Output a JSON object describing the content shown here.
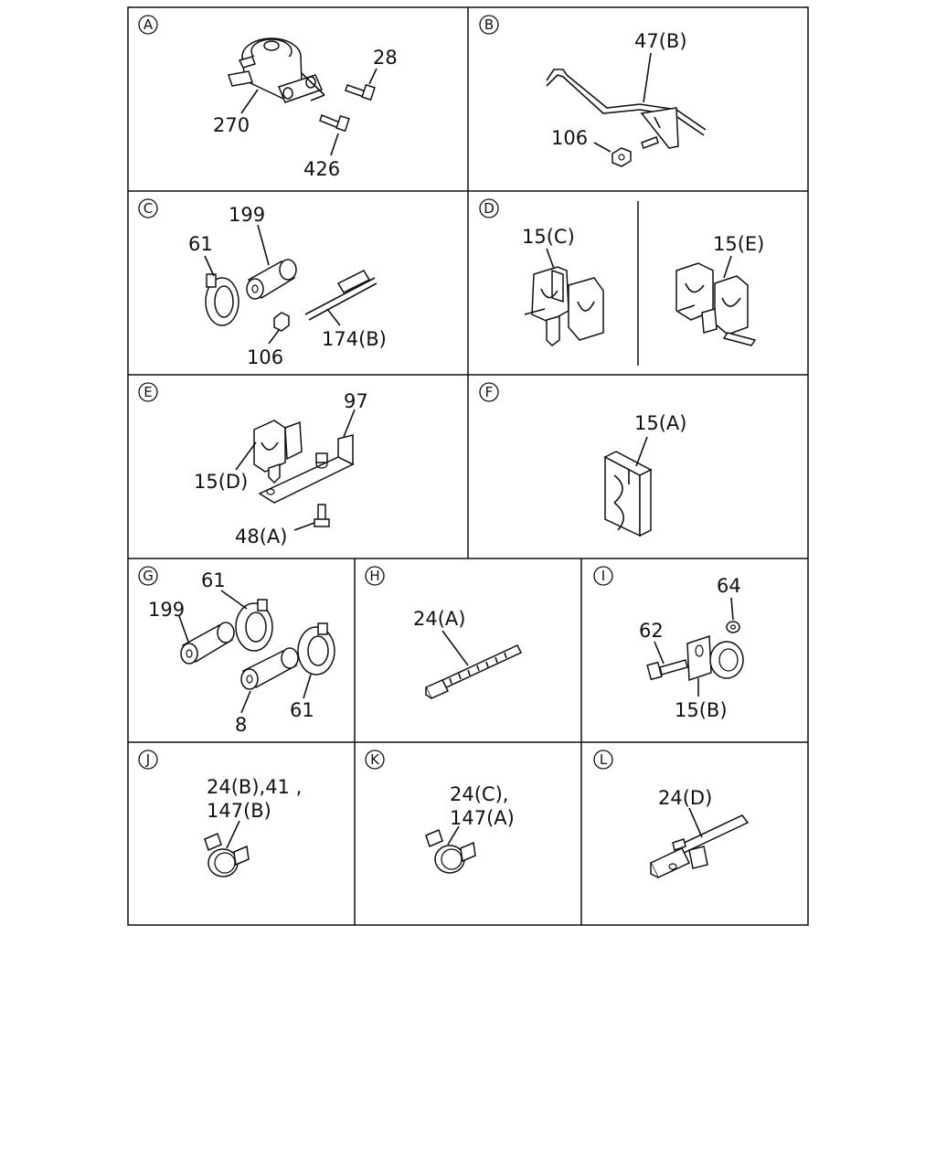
{
  "panels": [
    {
      "id": "A",
      "letter": "A",
      "callouts": [
        "28",
        "270",
        "426"
      ]
    },
    {
      "id": "B",
      "letter": "B",
      "callouts": [
        "47(B)",
        "106"
      ]
    },
    {
      "id": "C",
      "letter": "C",
      "callouts": [
        "199",
        "61",
        "106",
        "174(B)"
      ]
    },
    {
      "id": "D",
      "letter": "D",
      "callouts": [
        "15(C)",
        "15(E)"
      ]
    },
    {
      "id": "E",
      "letter": "E",
      "callouts": [
        "97",
        "15(D)",
        "48(A)"
      ]
    },
    {
      "id": "F",
      "letter": "F",
      "callouts": [
        "15(A)"
      ]
    },
    {
      "id": "G",
      "letter": "G",
      "callouts": [
        "61",
        "199",
        "8",
        "61"
      ]
    },
    {
      "id": "H",
      "letter": "H",
      "callouts": [
        "24(A)"
      ]
    },
    {
      "id": "I",
      "letter": "I",
      "callouts": [
        "64",
        "62",
        "15(B)"
      ]
    },
    {
      "id": "J",
      "letter": "J",
      "callouts": [
        "24(B),41 ,",
        "147(B)"
      ]
    },
    {
      "id": "K",
      "letter": "K",
      "callouts": [
        "24(C),",
        "147(A)"
      ]
    },
    {
      "id": "L",
      "letter": "L",
      "callouts": [
        "24(D)"
      ]
    }
  ]
}
